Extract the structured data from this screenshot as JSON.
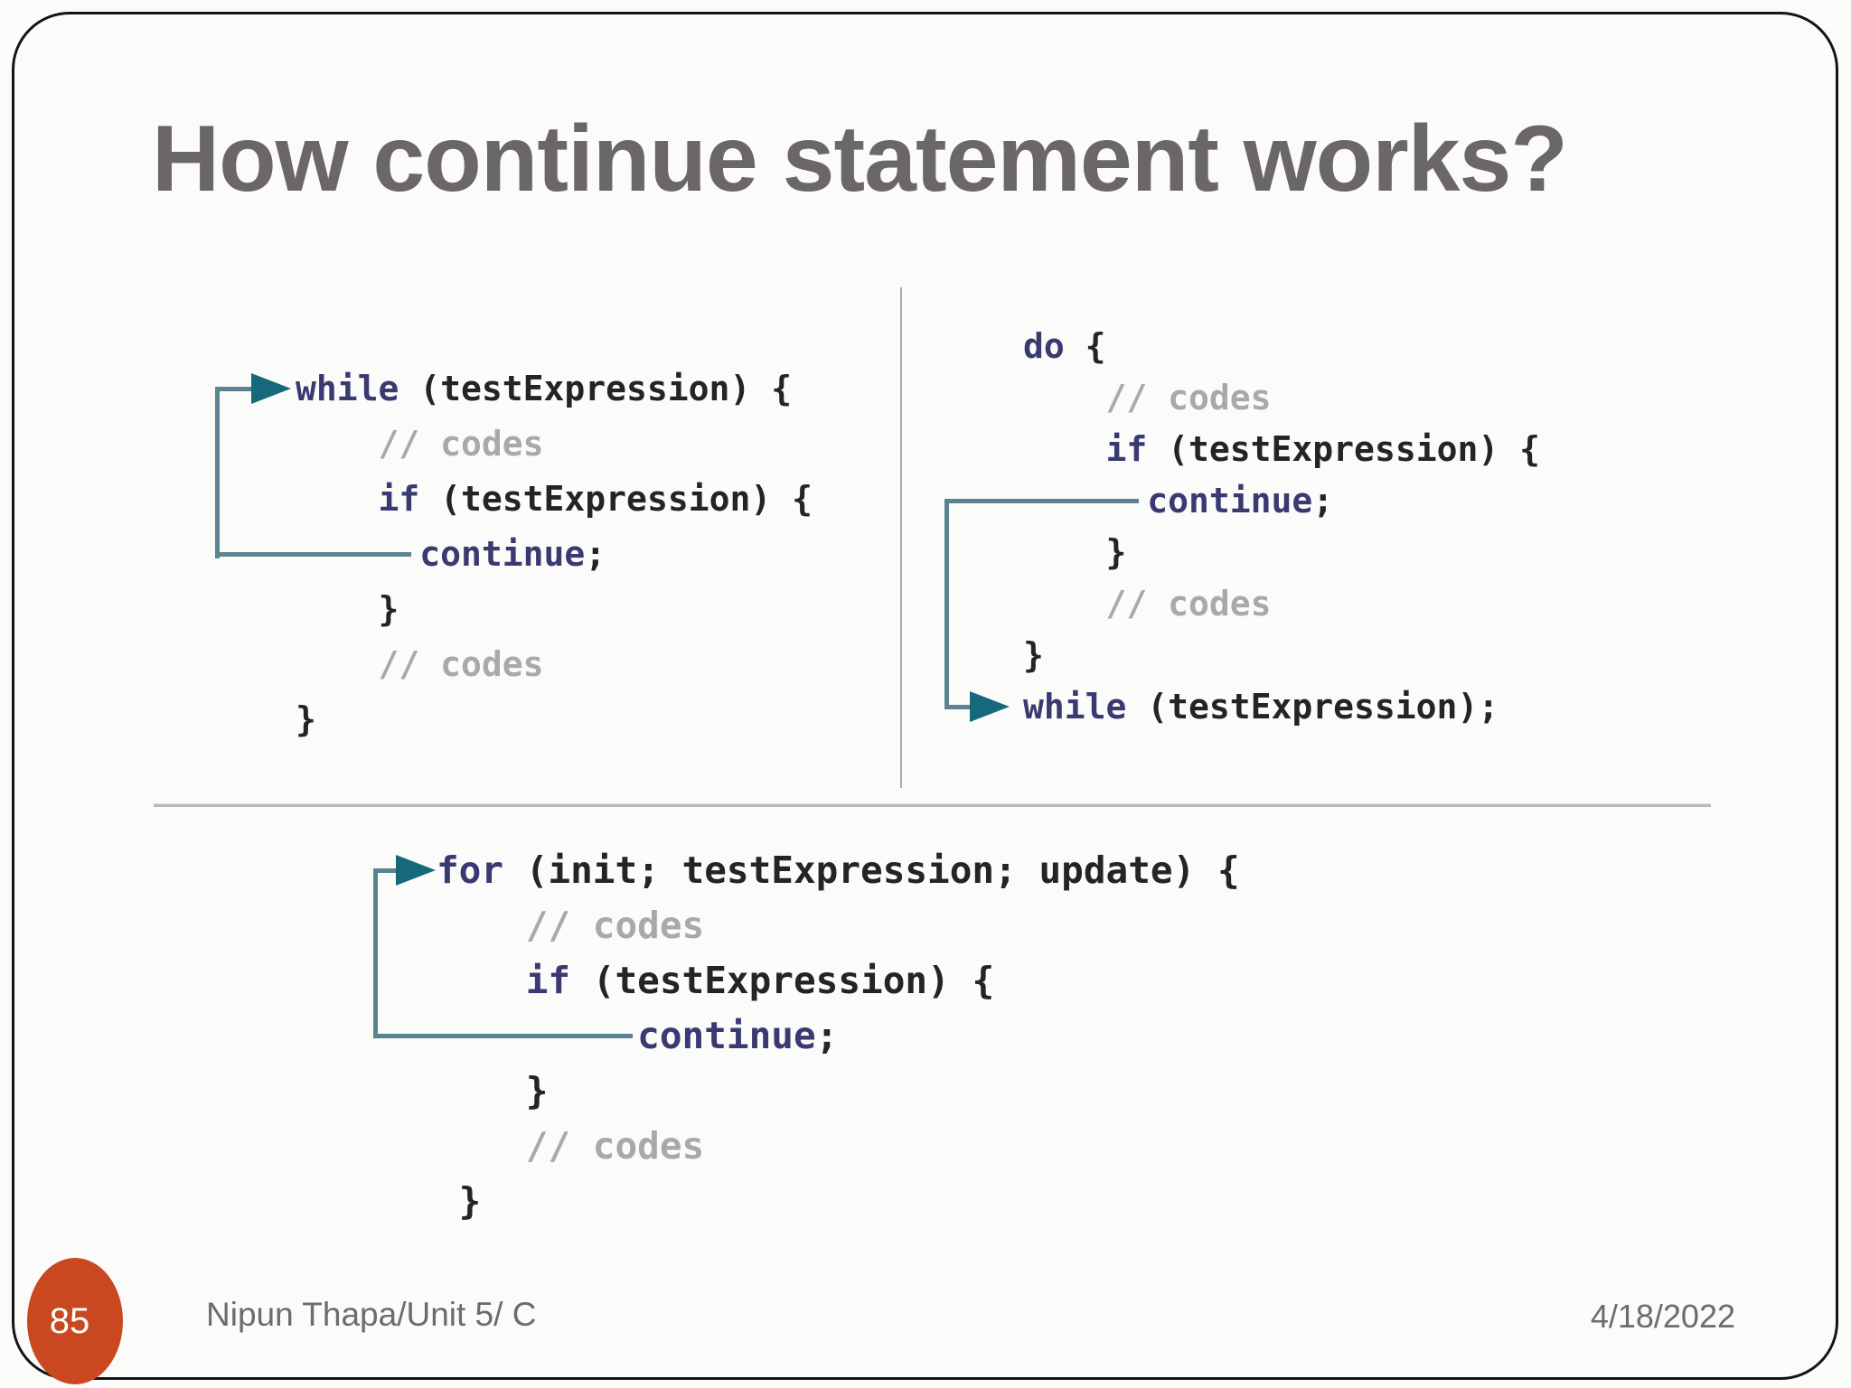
{
  "slide": {
    "title": "How continue statement works?",
    "footer": {
      "page_number": "85",
      "credit": "Nipun Thapa/Unit 5/ C",
      "date": "4/18/2022"
    },
    "colors": {
      "title": "#6b6667",
      "keyword": "#3a3a72",
      "code": "#242424",
      "comment": "#a9a9a9",
      "arrow_line": "#5a8490",
      "arrow_head": "#16697a",
      "page_circle": "#c9481f",
      "footer_text": "#6f6b6b"
    }
  },
  "code_blocks": [
    {
      "id": "while_loop",
      "arrow": "continue; loops back up to while",
      "lines": [
        [
          {
            "k": "kw",
            "t": "while"
          },
          {
            "k": "pl",
            "t": " (testExpression) {"
          }
        ],
        [
          {
            "k": "cm",
            "t": "    // codes"
          }
        ],
        [
          {
            "k": "pl",
            "t": "    "
          },
          {
            "k": "kw",
            "t": "if"
          },
          {
            "k": "pl",
            "t": " (testExpression) {"
          }
        ],
        [
          {
            "k": "pl",
            "t": "      "
          },
          {
            "k": "kw",
            "t": "continue"
          },
          {
            "k": "pl",
            "t": ";"
          }
        ],
        [
          {
            "k": "pl",
            "t": "    }"
          }
        ],
        [
          {
            "k": "cm",
            "t": "    // codes"
          }
        ],
        [
          {
            "k": "pl",
            "t": "}"
          }
        ]
      ]
    },
    {
      "id": "do_while_loop",
      "arrow": "continue; jumps down to while (testExpression);",
      "lines": [
        [
          {
            "k": "kw",
            "t": "do"
          },
          {
            "k": "pl",
            "t": " {"
          }
        ],
        [
          {
            "k": "cm",
            "t": "    // codes"
          }
        ],
        [
          {
            "k": "pl",
            "t": "    "
          },
          {
            "k": "kw",
            "t": "if"
          },
          {
            "k": "pl",
            "t": " (testExpression) {"
          }
        ],
        [
          {
            "k": "pl",
            "t": "      "
          },
          {
            "k": "kw",
            "t": "continue"
          },
          {
            "k": "pl",
            "t": ";"
          }
        ],
        [
          {
            "k": "pl",
            "t": "    }"
          }
        ],
        [
          {
            "k": "cm",
            "t": "    // codes"
          }
        ],
        [
          {
            "k": "pl",
            "t": "}"
          }
        ],
        [
          {
            "k": "kw",
            "t": "while"
          },
          {
            "k": "pl",
            "t": " (testExpression);"
          }
        ]
      ]
    },
    {
      "id": "for_loop",
      "arrow": "continue; loops back up to for",
      "lines": [
        [
          {
            "k": "kw",
            "t": "for"
          },
          {
            "k": "pl",
            "t": " (init; testExpression; update) {"
          }
        ],
        [
          {
            "k": "cm",
            "t": "    // codes"
          }
        ],
        [
          {
            "k": "pl",
            "t": "    "
          },
          {
            "k": "kw",
            "t": "if"
          },
          {
            "k": "pl",
            "t": " (testExpression) {"
          }
        ],
        [
          {
            "k": "pl",
            "t": "         "
          },
          {
            "k": "kw",
            "t": "continue"
          },
          {
            "k": "pl",
            "t": ";"
          }
        ],
        [
          {
            "k": "pl",
            "t": "    }"
          }
        ],
        [
          {
            "k": "cm",
            "t": "    // codes"
          }
        ],
        [
          {
            "k": "pl",
            "t": " }"
          }
        ]
      ]
    }
  ]
}
